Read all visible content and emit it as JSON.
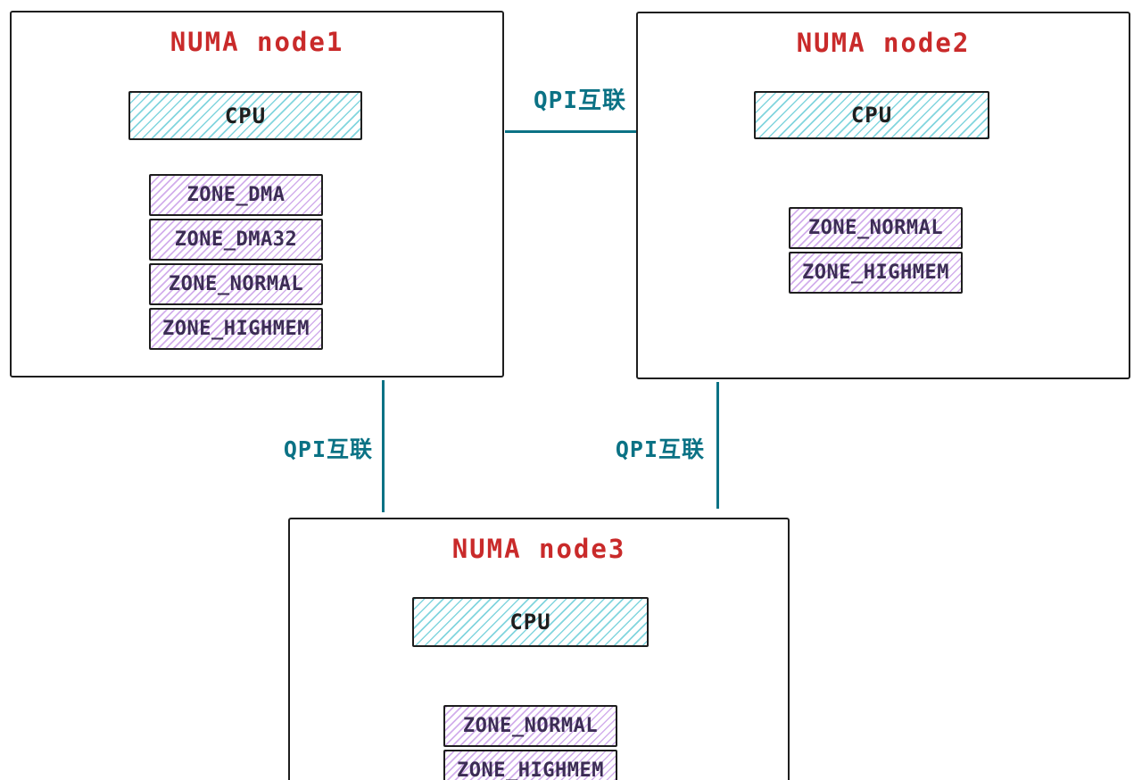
{
  "diagram": {
    "type": "hand-drawn architecture diagram",
    "topic": "NUMA nodes with CPU and memory zones connected by QPI",
    "colors": {
      "bg": "#ffffff",
      "node_border": "#1e1e1e",
      "title": "#c92a2a",
      "cpu_hatch": "#82d5de",
      "cpu_text": "#1e1e1e",
      "zone_hatch": "#d2aeec",
      "zone_text": "#3c2d55",
      "link": "#0b7285"
    },
    "nodes": [
      {
        "id": "node1",
        "title": "NUMA node1",
        "cpu_label": "CPU",
        "zones": [
          "ZONE_DMA",
          "ZONE_DMA32",
          "ZONE_NORMAL",
          "ZONE_HIGHMEM"
        ]
      },
      {
        "id": "node2",
        "title": "NUMA node2",
        "cpu_label": "CPU",
        "zones": [
          "ZONE_NORMAL",
          "ZONE_HIGHMEM"
        ]
      },
      {
        "id": "node3",
        "title": "NUMA node3",
        "cpu_label": "CPU",
        "zones": [
          "ZONE_NORMAL",
          "ZONE_HIGHMEM"
        ]
      }
    ],
    "links": [
      {
        "from": "node1",
        "to": "node2",
        "orientation": "horizontal",
        "label": "QPI互联"
      },
      {
        "from": "node1",
        "to": "node3",
        "orientation": "vertical",
        "label": "QPI互联"
      },
      {
        "from": "node2",
        "to": "node3",
        "orientation": "vertical",
        "label": "QPI互联"
      }
    ]
  }
}
